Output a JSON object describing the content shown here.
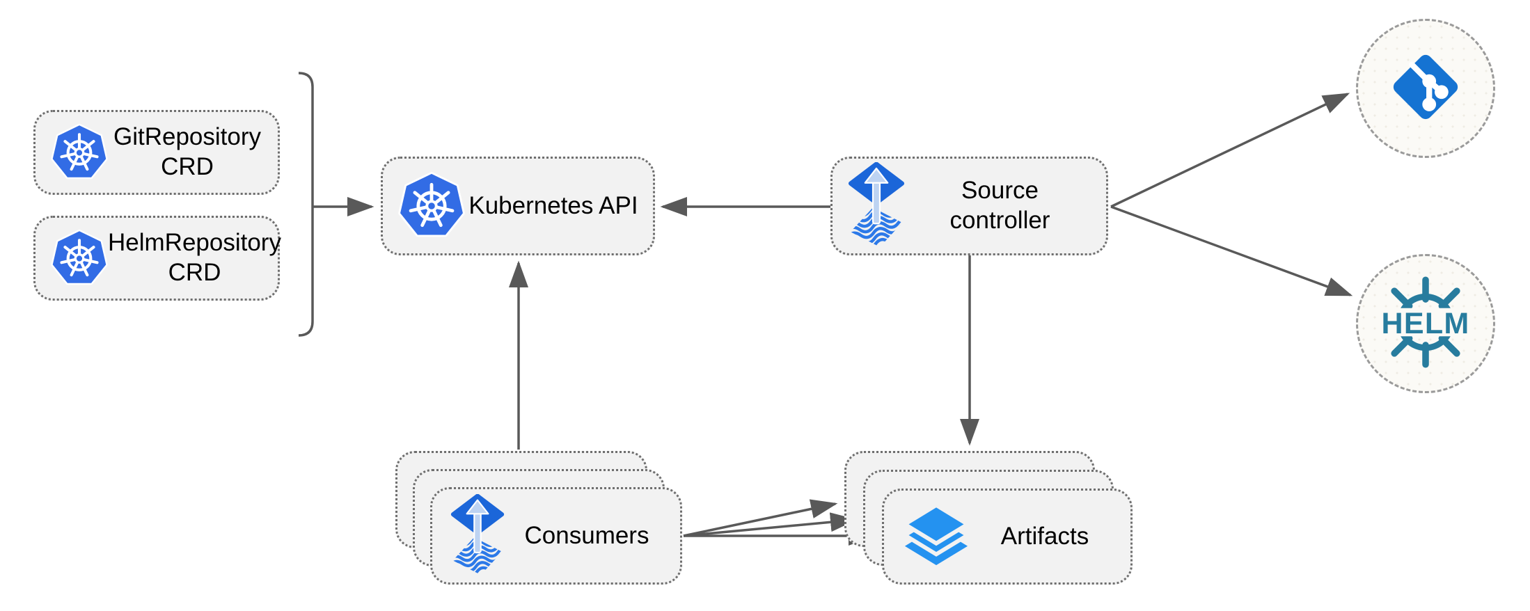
{
  "diagram": {
    "nodes": {
      "git_crd": {
        "label": "GitRepository\nCRD",
        "icon": "kubernetes-icon"
      },
      "helm_crd": {
        "label": "HelmRepository\nCRD",
        "icon": "kubernetes-icon"
      },
      "kubernetes_api": {
        "label": "Kubernetes API",
        "icon": "kubernetes-icon"
      },
      "source_controller": {
        "label": "Source\ncontroller",
        "icon": "flux-source-icon"
      },
      "consumers": {
        "label": "Consumers",
        "icon": "flux-source-icon",
        "stacked": 3
      },
      "artifacts": {
        "label": "Artifacts",
        "icon": "layers-icon",
        "stacked": 3
      },
      "git_repository": {
        "label": "",
        "icon": "git-icon"
      },
      "helm_repository": {
        "label": "HELM",
        "icon": "helm-icon"
      }
    },
    "edges": [
      {
        "from": "crd-group",
        "to": "kubernetes_api"
      },
      {
        "from": "source_controller",
        "to": "kubernetes_api"
      },
      {
        "from": "consumers",
        "to": "kubernetes_api"
      },
      {
        "from": "source_controller",
        "to": "artifacts"
      },
      {
        "from": "source_controller",
        "to": "git_repository"
      },
      {
        "from": "source_controller",
        "to": "helm_repository"
      },
      {
        "from": "consumers",
        "to": "artifacts",
        "count": 3
      }
    ],
    "colors": {
      "node_fill": "#f2f2f2",
      "node_border": "#6e6e6e",
      "circle_fill": "#fbfaf6",
      "circle_border": "#9a9a9a",
      "edge": "#595959",
      "kubernetes_blue": "#326ce5",
      "git_blue": "#1573d2",
      "helm_teal": "#277c9e",
      "flux_blue": "#1b66d9",
      "flux_wave_blue": "#2c79e8",
      "flux_arrow_light": "#bdd3f2",
      "layers_blue": "#2492f0",
      "text": "#000000"
    }
  }
}
